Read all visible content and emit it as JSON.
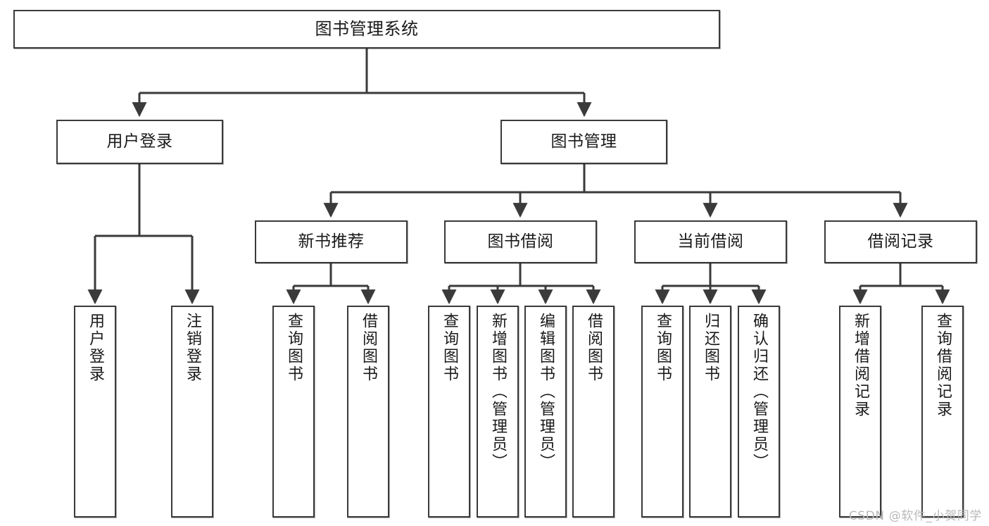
{
  "diagram": {
    "title": "图书管理系统",
    "type": "tree-hierarchy-diagram",
    "colors": {
      "background": "#ffffff",
      "box_border": "#3a3a3a",
      "box_fill": "#ffffff",
      "text": "#1a1a1a",
      "connector": "#3a3a3a",
      "watermark": "#b9b9b9"
    },
    "watermark": "CSDN @软件_小贺同学",
    "root": {
      "label": "图书管理系统"
    },
    "level2": [
      {
        "label": "用户登录"
      },
      {
        "label": "图书管理"
      }
    ],
    "level3": [
      {
        "label": "新书推荐"
      },
      {
        "label": "图书借阅"
      },
      {
        "label": "当前借阅"
      },
      {
        "label": "借阅记录"
      }
    ],
    "leaves": {
      "user_login": [
        {
          "label": "用户登录"
        },
        {
          "label": "注销登录"
        }
      ],
      "new_book_recommend": [
        {
          "label": "查询图书"
        },
        {
          "label": "借阅图书"
        }
      ],
      "book_borrow": [
        {
          "label": "查询图书"
        },
        {
          "label": "新增图书（管理员）"
        },
        {
          "label": "编辑图书（管理员）"
        },
        {
          "label": "借阅图书"
        }
      ],
      "current_borrow": [
        {
          "label": "查询图书"
        },
        {
          "label": "归还图书"
        },
        {
          "label": "确认归还（管理员）"
        }
      ],
      "borrow_record": [
        {
          "label": "新增借阅记录"
        },
        {
          "label": "查询借阅记录"
        }
      ]
    }
  }
}
